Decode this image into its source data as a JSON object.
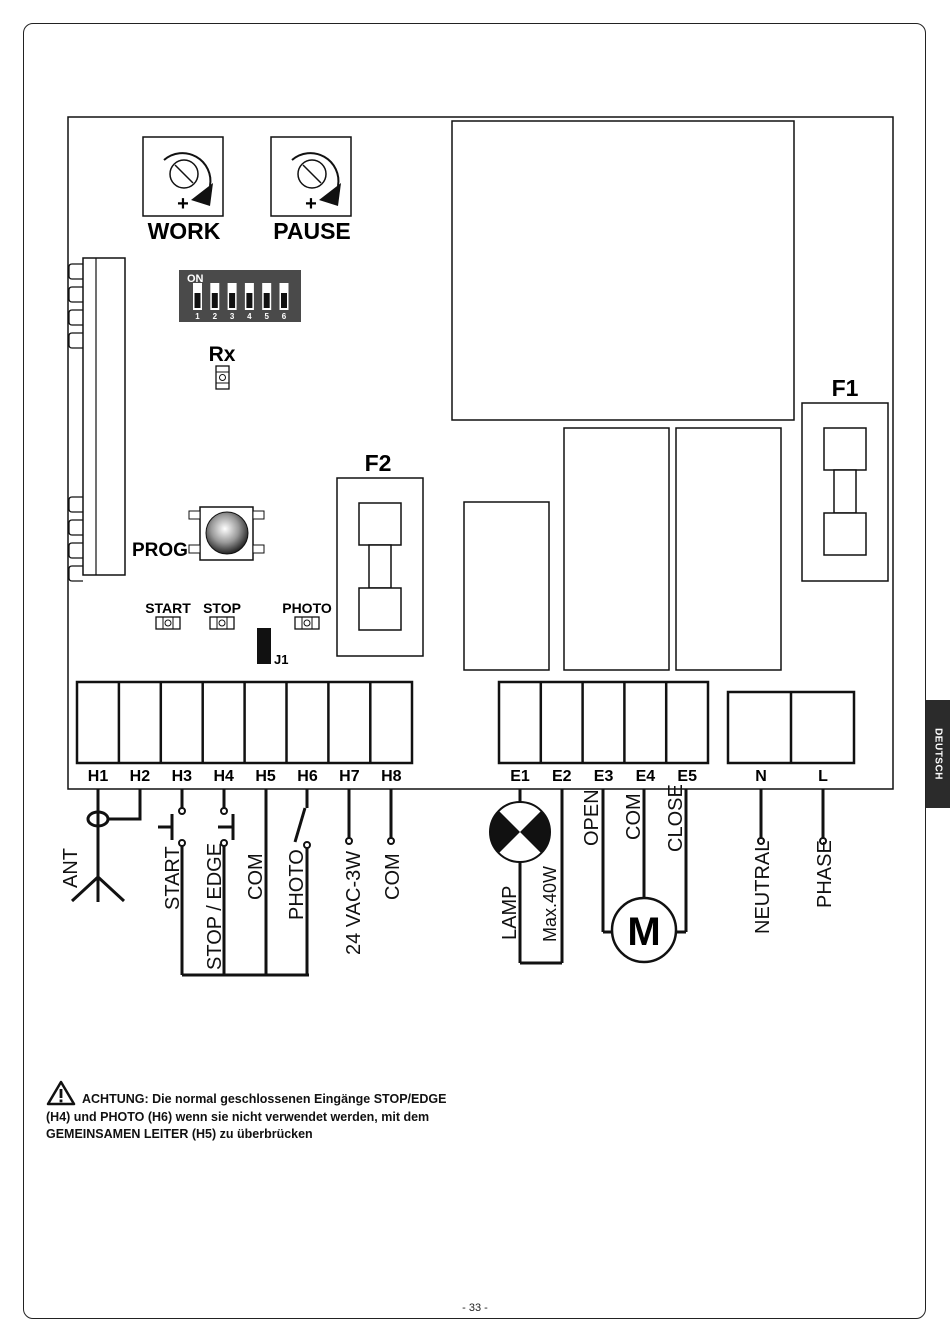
{
  "knobs": {
    "work": "WORK",
    "pause": "PAUSE"
  },
  "dip": {
    "on_label": "ON",
    "numbers": [
      "1",
      "2",
      "3",
      "4",
      "5",
      "6"
    ]
  },
  "rx_label": "Rx",
  "prog_label": "PROG",
  "leds": {
    "start": "START",
    "stop": "STOP",
    "photo": "PHOTO"
  },
  "jumper_label": "J1",
  "fuses": {
    "f1": "F1",
    "f2": "F2"
  },
  "terminals": {
    "h": [
      "H1",
      "H2",
      "H3",
      "H4",
      "H5",
      "H6",
      "H7",
      "H8"
    ],
    "e": [
      "E1",
      "E2",
      "E3",
      "E4",
      "E5"
    ],
    "power": [
      "N",
      "L"
    ]
  },
  "wiring": {
    "ant": "ANT",
    "start": "START",
    "stop_edge": "STOP / EDGE",
    "com1": "COM",
    "photo": "PHOTO",
    "vac": "24 VAC-3W",
    "com2": "COM",
    "lamp": "LAMP",
    "lamp_max": "Max.40W",
    "open": "OPEN",
    "com3": "COM",
    "close": "CLOSE",
    "motor": "M",
    "neutral": "NEUTRAL",
    "phase": "PHASE"
  },
  "warning": {
    "text": "ACHTUNG: Die normal geschlossenen Eingänge STOP/EDGE (H4) und PHOTO (H6) wenn sie nicht verwendet werden, mit dem GEMEINSAMEN LEITER (H5) zu überbrücken"
  },
  "side_tab": "DEUTSCH",
  "page_number": "- 33 -"
}
